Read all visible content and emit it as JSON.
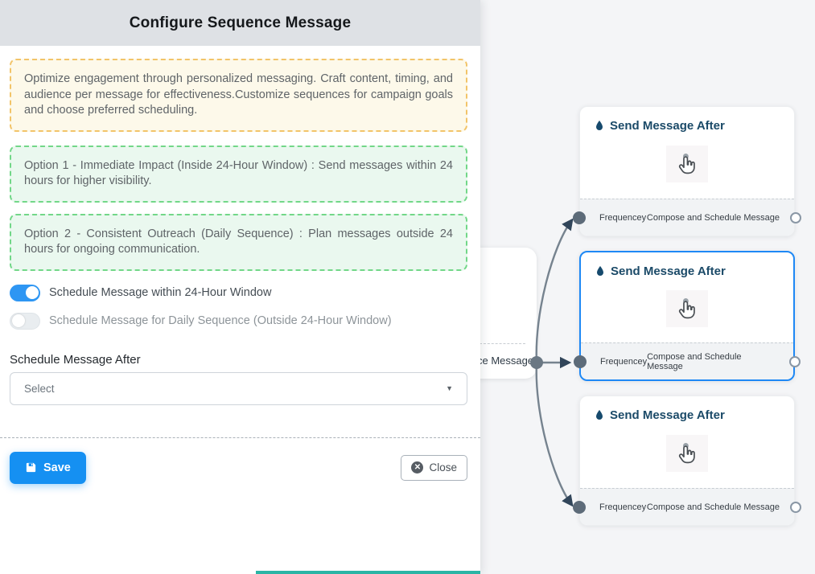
{
  "panel": {
    "title": "Configure Sequence Message",
    "info_text": "Optimize engagement through personalized messaging. Craft content, timing, and audience per message for effectiveness.Customize sequences for campaign goals and choose preferred scheduling.",
    "options": [
      {
        "text": "Option 1 - Immediate Impact (Inside 24-Hour Window) : Send messages within 24 hours for higher visibility."
      },
      {
        "text": "Option 2 - Consistent Outreach (Daily Sequence) : Plan messages outside 24 hours for ongoing communication."
      }
    ],
    "toggles": [
      {
        "label": "Schedule Message within 24-Hour Window",
        "state": "on"
      },
      {
        "label": "Schedule Message for Daily Sequence (Outside 24-Hour Window)",
        "state": "off"
      }
    ],
    "schedule_field": {
      "label": "Schedule Message After",
      "value": "Select"
    },
    "buttons": {
      "save": "Save",
      "close": "Close"
    }
  },
  "canvas": {
    "partial_node": {
      "footer_text_visible": "ce Message"
    },
    "nodes": [
      {
        "title": "Send Message After",
        "footer_left": "Frequencey",
        "footer_right": "Compose and Schedule Message",
        "selected": false
      },
      {
        "title": "Send Message After",
        "footer_left": "Frequencey",
        "footer_right": "Compose and Schedule Message",
        "selected": true
      },
      {
        "title": "Send Message After",
        "footer_left": "Frequencey",
        "footer_right": "Compose and Schedule Message",
        "selected": false
      }
    ]
  },
  "icons": {
    "node_title_icon": "droplet-icon",
    "node_body_icon": "hand-pointer-icon",
    "save_icon": "floppy-disk-icon",
    "close_icon": "circle-x-icon",
    "select_icon": "chevron-down-icon"
  },
  "colors": {
    "accent_blue": "#1590f2",
    "toggle_on_blue": "#2e96f3",
    "selected_node_border": "#1e88f5",
    "yellow_border": "#f2c469",
    "yellow_bg": "#fdf9ea",
    "green_border": "#72d788",
    "green_bg": "#eaf8ef",
    "header_bg": "#dee1e5",
    "node_title_navy": "#1b4a68",
    "edge_gray": "#76838f",
    "teal_bar": "#2ab5a5"
  }
}
